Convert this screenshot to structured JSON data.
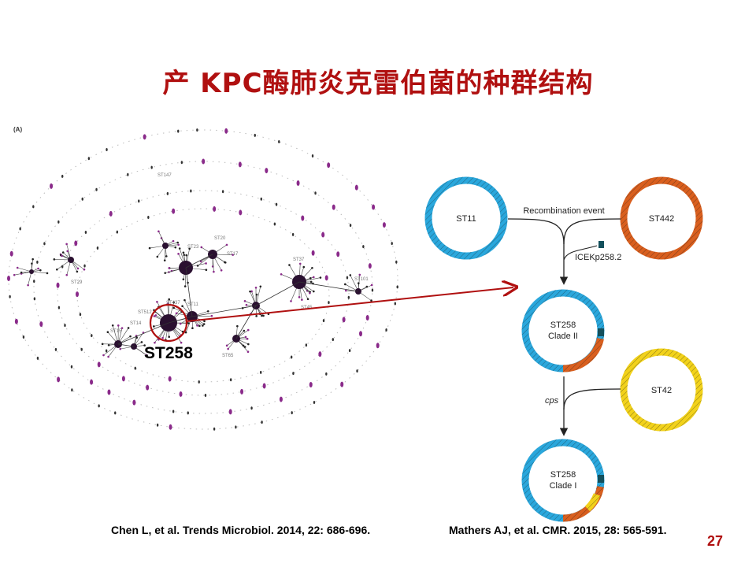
{
  "title": "产 KPC酶肺炎克雷伯菌的种群结构",
  "figure_a": {
    "panel_tag": "(A)",
    "highlight_label": "ST258",
    "st_labels": [
      "ST147",
      "ST20",
      "ST23",
      "ST17",
      "ST29",
      "ST37",
      "ST101",
      "ST437",
      "ST11",
      "ST512",
      "ST14",
      "ST15",
      "ST45",
      "ST65"
    ]
  },
  "figure_b": {
    "plasmids": {
      "st11": "ST11",
      "st442": "ST442",
      "st258_clade2_line1": "ST258",
      "st258_clade2_line2": "Clade II",
      "st42": "ST42",
      "st258_clade1_line1": "ST258",
      "st258_clade1_line2": "Clade I"
    },
    "recombination_label": "Recombination event",
    "ice_label": "ICEKp258.2",
    "cps_label": "cps",
    "colors": {
      "blue": "#2aa7dc",
      "orange": "#d95f1e",
      "yellow": "#f2d21b",
      "teal": "#14505c"
    }
  },
  "references": {
    "left": "Chen L, et al. Trends Microbiol. 2014, 22: 686-696.",
    "right": "Mathers AJ, et al. CMR. 2015, 28: 565-591."
  },
  "page_number": "27",
  "accent_color": "#b01010"
}
